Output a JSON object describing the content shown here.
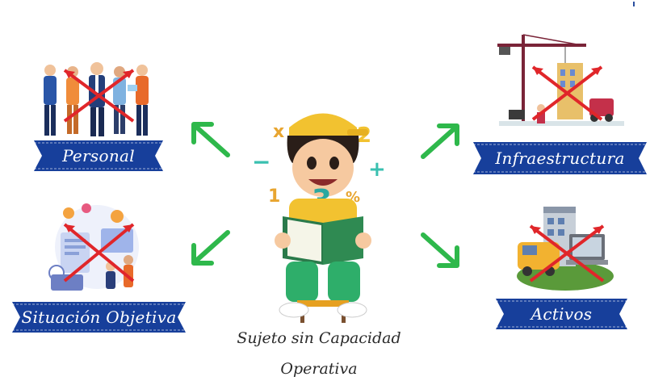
{
  "center": {
    "label_line1": "Sujeto sin Capacidad",
    "label_line2": "Operativa",
    "character_icon": "boy-reading-math-book-icon",
    "symbols": [
      "x",
      "2",
      "−",
      "+",
      "1",
      "3",
      "%"
    ]
  },
  "nodes": [
    {
      "label": "Personal",
      "icon": "people-crossed-out-icon"
    },
    {
      "label": "Situación Objetiva",
      "icon": "office-situation-crossed-out-icon"
    },
    {
      "label": "Infraestructura",
      "icon": "construction-crane-crossed-out-icon"
    },
    {
      "label": "Activos",
      "icon": "building-vehicle-computer-crossed-out-icon"
    }
  ],
  "colors": {
    "banner": "#173f9b",
    "arrow": "#2eb84b",
    "cross": "#e0262a",
    "text": "#2a2a2a"
  }
}
